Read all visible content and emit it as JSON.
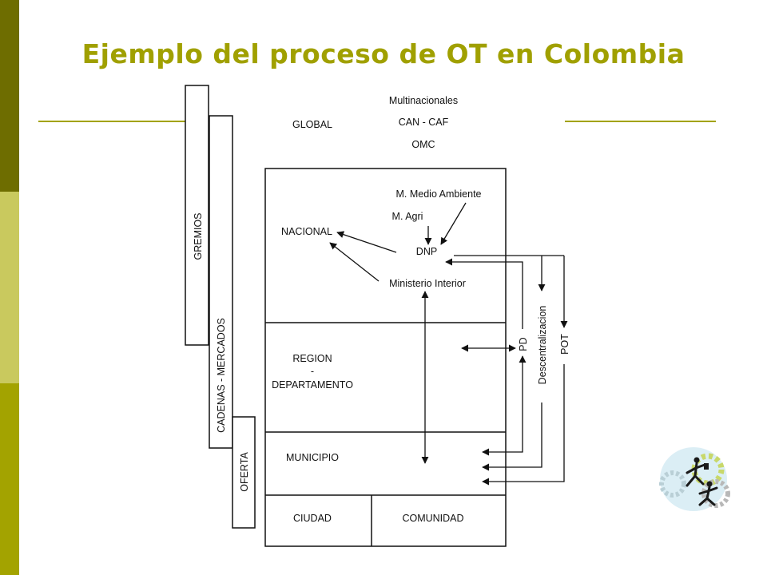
{
  "slide": {
    "title": "Ejemplo del proceso de OT en Colombia",
    "title_color": "#a0a000",
    "accent_colors": [
      "#6e6d00",
      "#c9c95e",
      "#a3a300"
    ]
  },
  "diagram": {
    "sidebars": {
      "gremios": "GREMIOS",
      "cadenas": "CADENAS - MERCADOS",
      "oferta": "OFERTA"
    },
    "global": {
      "label": "GLOBAL",
      "items": [
        "Multinacionales",
        "CAN - CAF",
        "OMC"
      ]
    },
    "nacional": {
      "label": "NACIONAL",
      "medio_ambiente": "M. Medio Ambiente",
      "agri": "M. Agri",
      "dnp": "DNP",
      "interior": "Ministerio Interior"
    },
    "region": {
      "line1": "REGION",
      "line2": "-",
      "line3": "DEPARTAMENTO"
    },
    "municipio": "MUNICIPIO",
    "ciudad": "CIUDAD",
    "comunidad": "COMUNIDAD",
    "flows": {
      "pd": "PD",
      "descentralizacion": "Descentralizacion",
      "pot": "POT"
    },
    "clipart": "gears-people-clipart"
  }
}
